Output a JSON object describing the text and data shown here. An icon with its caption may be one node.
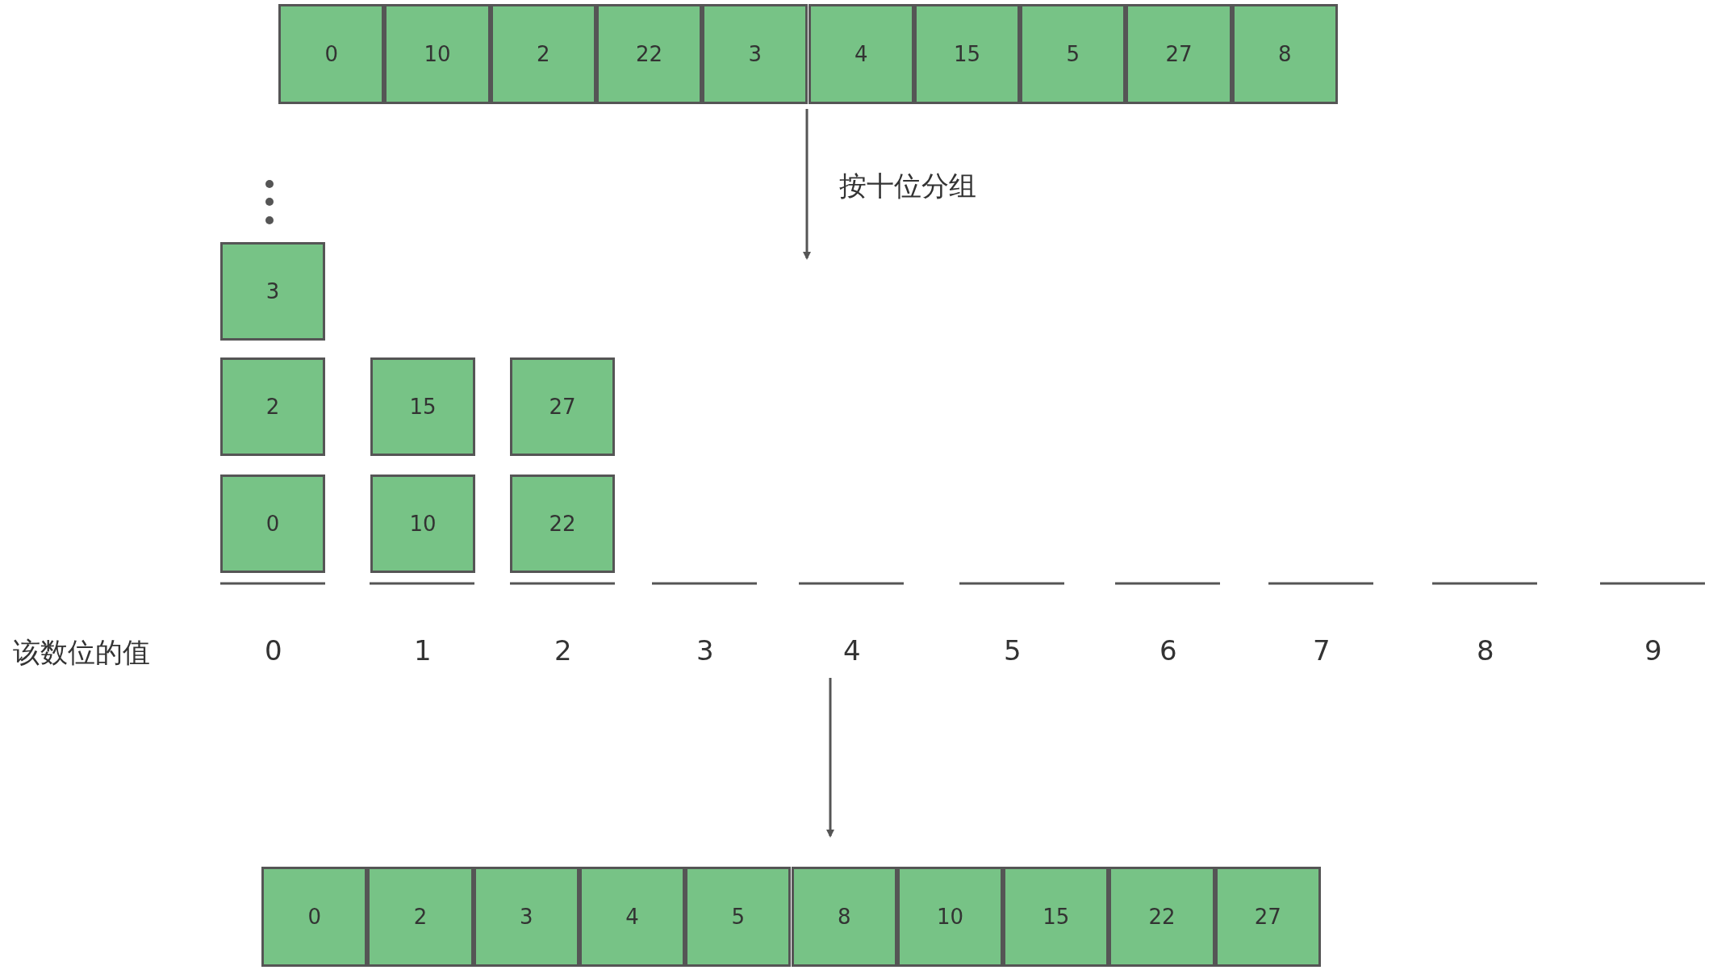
{
  "diagram": {
    "nodes": [
      {
        "text": [
          "0"
        ]
      },
      {
        "text": [
          "10"
        ]
      },
      {
        "text": [
          "2"
        ]
      },
      {
        "text": [
          "22"
        ]
      },
      {
        "text": [
          "3"
        ]
      },
      {
        "text": [
          "4"
        ]
      },
      {
        "text": [
          "15"
        ]
      },
      {
        "text": [
          "5"
        ]
      },
      {
        "text": [
          "27"
        ]
      },
      {
        "text": [
          "8"
        ]
      },
      {
        "text": [
          "3"
        ]
      },
      {
        "text": [
          "2"
        ]
      },
      {
        "text": [
          "15"
        ]
      },
      {
        "text": [
          "27"
        ]
      },
      {
        "text": [
          "0"
        ]
      },
      {
        "text": [
          "10"
        ]
      },
      {
        "text": [
          "22"
        ]
      },
      {
        "text": [
          "0"
        ]
      },
      {
        "text": [
          "2"
        ]
      },
      {
        "text": [
          "3"
        ]
      },
      {
        "text": [
          "4"
        ]
      },
      {
        "text": [
          "5"
        ]
      },
      {
        "text": [
          "8"
        ]
      },
      {
        "text": [
          "10"
        ]
      },
      {
        "text": [
          "15"
        ]
      },
      {
        "text": [
          "22"
        ]
      },
      {
        "text": [
          "27"
        ]
      }
    ],
    "edges": [],
    "labels": [
      "按十位分组",
      "该数位的值",
      "0",
      "1",
      "2",
      "3",
      "4",
      "5",
      "6",
      "7",
      "8",
      "9"
    ]
  }
}
